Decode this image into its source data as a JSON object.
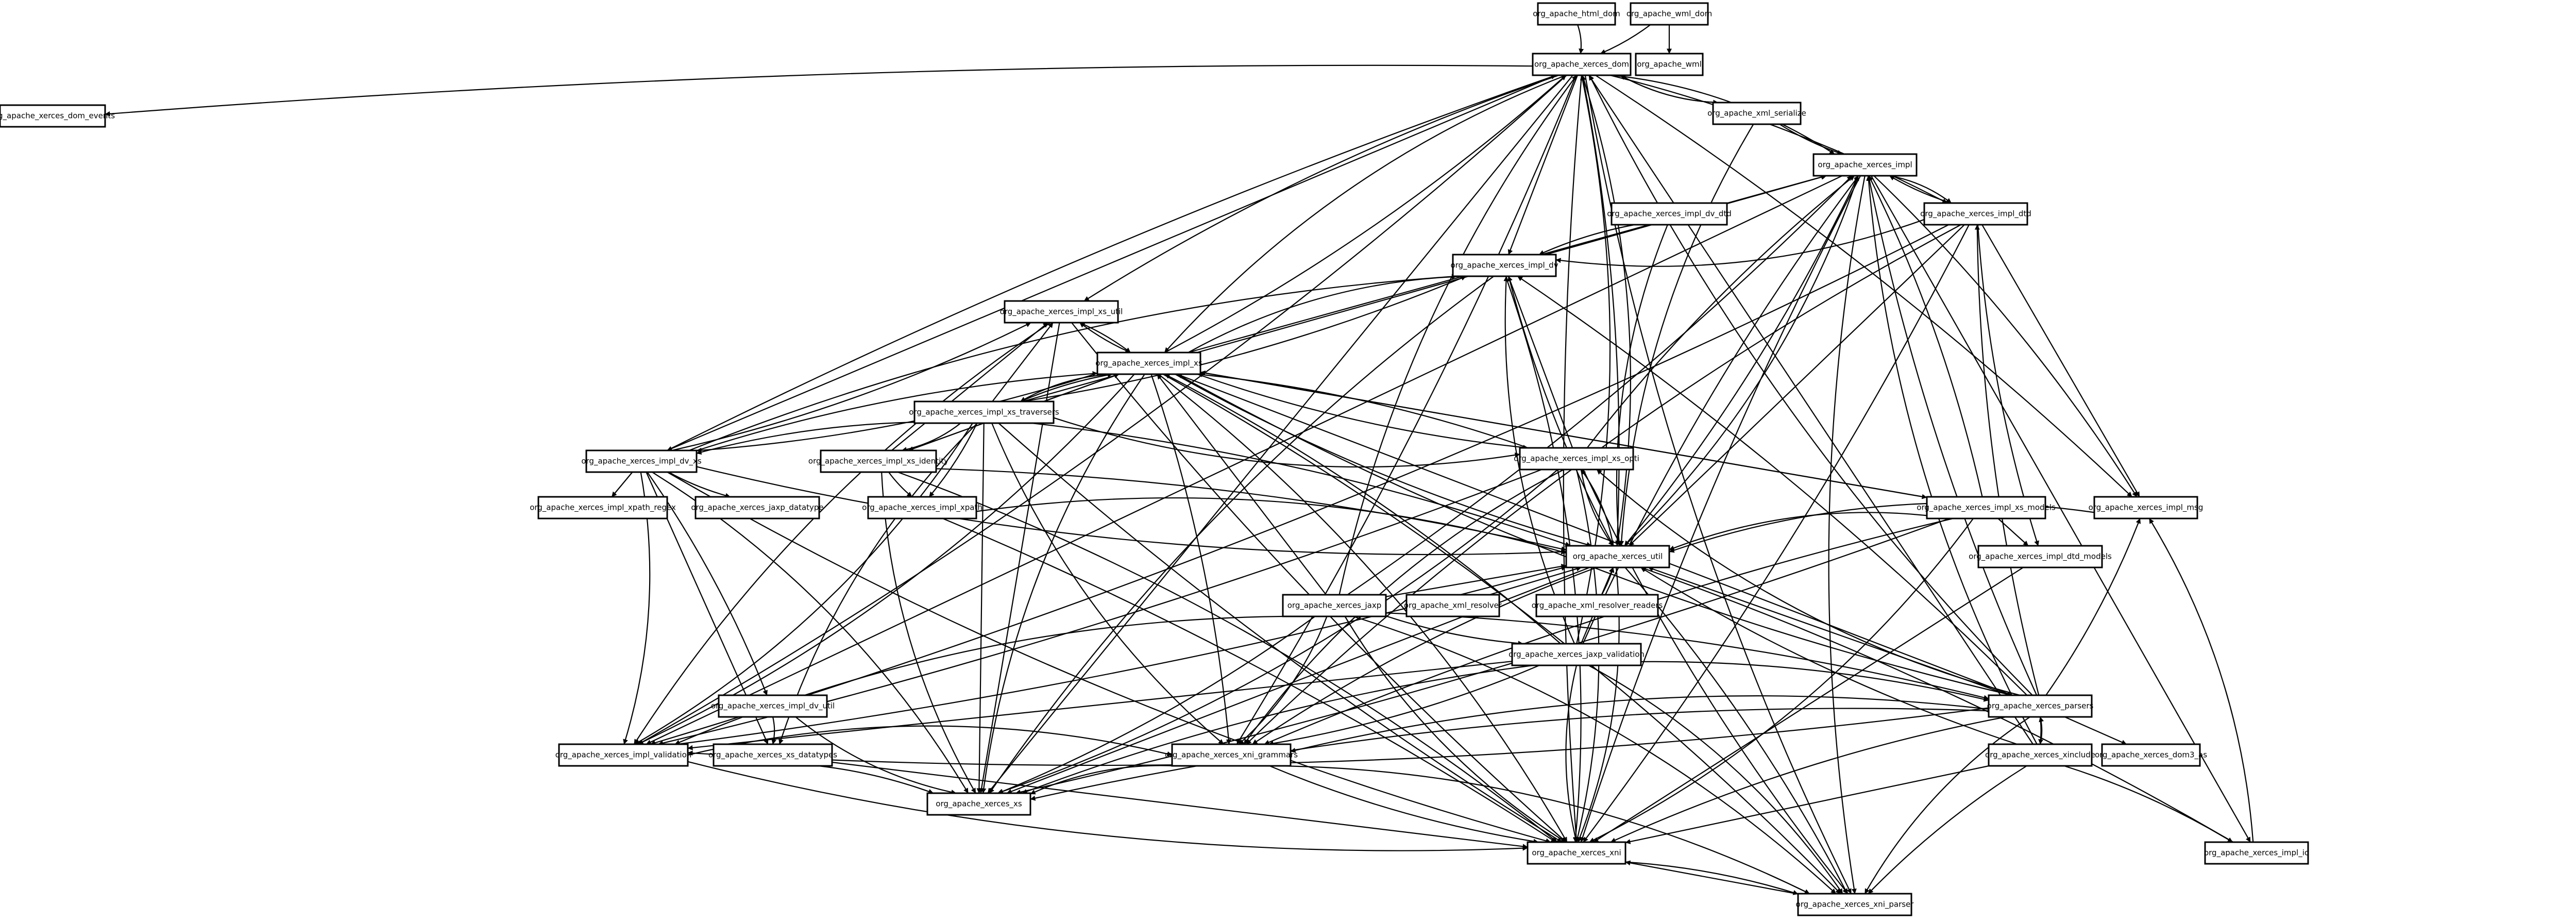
{
  "diagram": {
    "type": "package-dependency-graph",
    "line_color": "#000000",
    "node_fill": "#ffffff",
    "nodes": [
      {
        "id": "html_dom",
        "label": "org_apache_html_dom"
      },
      {
        "id": "wml_dom",
        "label": "org_apache_wml_dom"
      },
      {
        "id": "wml",
        "label": "org_apache_wml"
      },
      {
        "id": "dom",
        "label": "org_apache_xerces_dom"
      },
      {
        "id": "dom_events",
        "label": "org_apache_xerces_dom_events"
      },
      {
        "id": "xml_serialize",
        "label": "org_apache_xml_serialize"
      },
      {
        "id": "impl",
        "label": "org_apache_xerces_impl"
      },
      {
        "id": "impl_dtd_dv",
        "label": "org_apache_xerces_impl_dv_dtd"
      },
      {
        "id": "impl_dtd",
        "label": "org_apache_xerces_impl_dtd"
      },
      {
        "id": "impl_dv",
        "label": "org_apache_xerces_impl_dv"
      },
      {
        "id": "impl_xs_util",
        "label": "org_apache_xerces_impl_xs_util"
      },
      {
        "id": "impl_xs",
        "label": "org_apache_xerces_impl_xs"
      },
      {
        "id": "impl_xs_traversers",
        "label": "org_apache_xerces_impl_xs_traversers"
      },
      {
        "id": "impl_dv_xs",
        "label": "org_apache_xerces_impl_dv_xs"
      },
      {
        "id": "impl_xs_identity",
        "label": "org_apache_xerces_impl_xs_identity"
      },
      {
        "id": "impl_xs_opti",
        "label": "org_apache_xerces_impl_xs_opti"
      },
      {
        "id": "impl_xs_models",
        "label": "org_apache_xerces_impl_xs_models"
      },
      {
        "id": "impl_msg",
        "label": "org_apache_xerces_impl_msg"
      },
      {
        "id": "impl_xpath_regex",
        "label": "org_apache_xerces_impl_xpath_regex"
      },
      {
        "id": "jaxp_datatype",
        "label": "org_apache_xerces_jaxp_datatype"
      },
      {
        "id": "impl_xpath",
        "label": "org_apache_xerces_impl_xpath"
      },
      {
        "id": "impl_dtd_models",
        "label": "org_apache_xerces_impl_dtd_models"
      },
      {
        "id": "util",
        "label": "org_apache_xerces_util"
      },
      {
        "id": "jaxp",
        "label": "org_apache_xerces_jaxp"
      },
      {
        "id": "xinclude",
        "label": "org_apache_xml_resolver"
      },
      {
        "id": "xml_resolver_readers",
        "label": "org_apache_xml_resolver_readers"
      },
      {
        "id": "jaxp_validation",
        "label": "org_apache_xerces_jaxp_validation"
      },
      {
        "id": "impl_dv_util",
        "label": "org_apache_xerces_impl_dv_util"
      },
      {
        "id": "parsers",
        "label": "org_apache_xerces_parsers"
      },
      {
        "id": "impl_validation",
        "label": "org_apache_xerces_impl_validation"
      },
      {
        "id": "xs_datatypes",
        "label": "org_apache_xerces_xs_datatypes"
      },
      {
        "id": "xni_grammars",
        "label": "org_apache_xerces_xni_grammars"
      },
      {
        "id": "xinclude2",
        "label": "org_apache_xerces_xinclude"
      },
      {
        "id": "dom3_as",
        "label": "org_apache_xerces_dom3_as"
      },
      {
        "id": "xs",
        "label": "org_apache_xerces_xs"
      },
      {
        "id": "xni",
        "label": "org_apache_xerces_xni"
      },
      {
        "id": "impl_io",
        "label": "org_apache_xerces_impl_io"
      },
      {
        "id": "xni_parser",
        "label": "org_apache_xerces_xni_parser"
      }
    ]
  }
}
